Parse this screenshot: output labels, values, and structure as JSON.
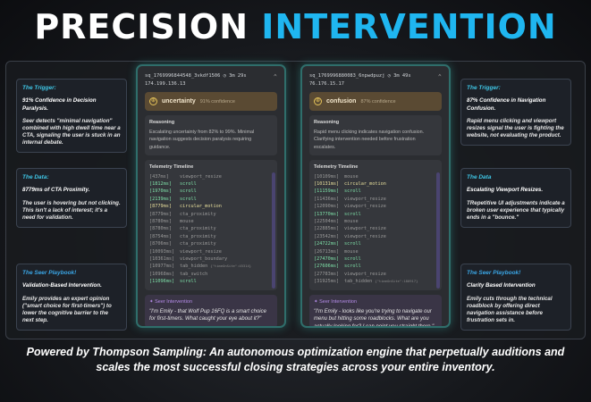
{
  "title": {
    "part1": "PRECISION",
    "part2": "INTERVENTION"
  },
  "left": [
    {
      "title": "The Trigger:",
      "headline": "91% Confidence in Decision Paralysis.",
      "desc": "Seer detects \"minimal navigation\" combined with high dwell time near a CTA, signaling the user is stuck in an internal debate."
    },
    {
      "title": "The Data:",
      "headline": "8779ms of CTA Proximity.",
      "desc": "The user is hovering but not clicking. This isn't a lack of interest; it's a need for validation."
    },
    {
      "title": "The Seer Playbook!",
      "headline": "Validation-Based Intervention.",
      "desc": "Emily provides an expert opinion (\"smart choice for first-timers\") to lower the cognitive barrier to the next step."
    }
  ],
  "right": [
    {
      "title": "The Trigger:",
      "headline": "87% Confidence in Navigation Confusion.",
      "desc": "Rapid menu clicking and viewport resizes signal the user is fighting the website, not evaluating the product."
    },
    {
      "title": "The Data",
      "headline": "Escalating Viewport Resizes.",
      "desc": "TRepetitive UI adjustments indicate a broken user experience that typically ends in a \"bounce.\""
    },
    {
      "title": "The Seer Playbook!",
      "headline": "Clarity Based Intervention",
      "desc": "Emily cuts through the technical roadblock by offering direct navigation assistance before frustration sets in."
    }
  ],
  "panels": [
    {
      "session": "sq_1769996844548_3vkdf1506",
      "duration": "3m 29s",
      "ip": "174.199.136.13",
      "state": "uncertainty",
      "confidence": "91% confidence",
      "reasoning_title": "Reasoning",
      "reasoning": "Escalating uncertainty from 82% to 99%. Minimal navigation suggests decision paralysis requiring guidance.",
      "timeline_title": "Telemetry Timeline",
      "events": [
        {
          "ts": "[437ms]",
          "ev": "viewport_resize",
          "k": ""
        },
        {
          "ts": "[1812ms]",
          "ev": "scroll",
          "k": "g"
        },
        {
          "ts": "[1970ms]",
          "ev": "scroll",
          "k": "g"
        },
        {
          "ts": "[2139ms]",
          "ev": "scroll",
          "k": "g"
        },
        {
          "ts": "[8779ms]",
          "ev": "circular_motion",
          "k": "y"
        },
        {
          "ts": "[8779ms]",
          "ev": "cta_proximity",
          "k": ""
        },
        {
          "ts": "[8780ms]",
          "ev": "mouse",
          "k": ""
        },
        {
          "ts": "[8780ms]",
          "ev": "cta_proximity",
          "k": ""
        },
        {
          "ts": "[8754ms]",
          "ev": "cta_proximity",
          "k": ""
        },
        {
          "ts": "[8706ms]",
          "ev": "cta_proximity",
          "k": ""
        },
        {
          "ts": "[10093ms]",
          "ev": "viewport_resize",
          "k": ""
        },
        {
          "ts": "[10361ms]",
          "ev": "viewport_boundary",
          "k": ""
        },
        {
          "ts": "[10977ms]",
          "ev": "tab_hidden",
          "k": "",
          "extra": "{\"timeOnSite\":45314}"
        },
        {
          "ts": "[10968ms]",
          "ev": "tab_switch",
          "k": ""
        },
        {
          "ts": "[11096ms]",
          "ev": "scroll",
          "k": "g"
        }
      ],
      "intervention_title": "Seer Intervention",
      "intervention": "\"I'm Emily - that Wolf Pup 16FQ is a smart choice for first-timers. What caught your eye about it?\""
    },
    {
      "session": "sq_1769996880083_6npwdpuzj",
      "duration": "3m 49s",
      "ip": "76.176.15.17",
      "state": "confusion",
      "confidence": "87% confidence",
      "reasoning_title": "Reasoning",
      "reasoning": "Rapid menu clicking indicates navigation confusion. Clarifying intervention needed before frustration escalates.",
      "timeline_title": "Telemetry Timeline",
      "events": [
        {
          "ts": "[10109ms]",
          "ev": "mouse",
          "k": ""
        },
        {
          "ts": "[10131ms]",
          "ev": "circular_motion",
          "k": "y"
        },
        {
          "ts": "[11159ms]",
          "ev": "scroll",
          "k": "g"
        },
        {
          "ts": "[11436ms]",
          "ev": "viewport_resize",
          "k": ""
        },
        {
          "ts": "[12090ms]",
          "ev": "viewport_resize",
          "k": ""
        },
        {
          "ts": "[13770ms]",
          "ev": "scroll",
          "k": "g"
        },
        {
          "ts": "[22504ms]",
          "ev": "mouse",
          "k": ""
        },
        {
          "ts": "[22885ms]",
          "ev": "viewport_resize",
          "k": ""
        },
        {
          "ts": "[23542ms]",
          "ev": "viewport_resize",
          "k": ""
        },
        {
          "ts": "[24722ms]",
          "ev": "scroll",
          "k": "g"
        },
        {
          "ts": "[26713ms]",
          "ev": "mouse",
          "k": ""
        },
        {
          "ts": "[27470ms]",
          "ev": "scroll",
          "k": "g"
        },
        {
          "ts": "[27606ms]",
          "ev": "scroll",
          "k": "g"
        },
        {
          "ts": "[27783ms]",
          "ev": "viewport_resize",
          "k": ""
        },
        {
          "ts": "[31925ms]",
          "ev": "tab_hidden",
          "k": "",
          "extra": "{\"timeOnSite\":180917}"
        }
      ],
      "intervention_title": "Seer Intervention",
      "intervention": "\"I'm Emily - looks like you're trying to navigate our menu but hitting some roadblocks. What are you actually looking for? I can point you straight there.\""
    }
  ],
  "footer": "Powered by Thompson Sampling: An autonomous optimization engine that perpetually auditions and scales the most successful closing strategies across your entire inventory."
}
